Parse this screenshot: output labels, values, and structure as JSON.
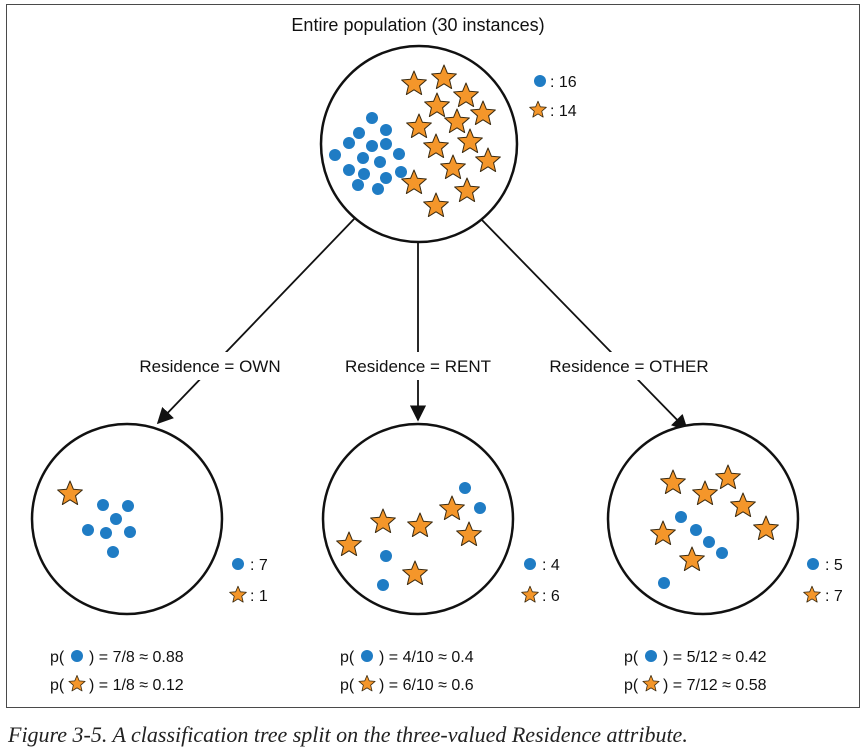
{
  "title": "Entire population (30 instances)",
  "colors": {
    "dot": "#1f7cc4",
    "star_fill": "#f4962a",
    "star_stroke": "#3a2a10",
    "line": "#111111"
  },
  "root": {
    "counts": [
      {
        "icon": "blue-dot-icon",
        "text": ": 16"
      },
      {
        "icon": "orange-star-icon",
        "text": ": 14"
      }
    ]
  },
  "branches": [
    {
      "label": "Residence = OWN",
      "counts": [
        {
          "icon": "blue-dot-icon",
          "text": ": 7"
        },
        {
          "icon": "orange-star-icon",
          "text": ": 1"
        }
      ],
      "probabilities": [
        {
          "prefix": "p(",
          "icon": "blue-dot-icon",
          "text": ") = 7/8 ≈ 0.88"
        },
        {
          "prefix": "p(",
          "icon": "orange-star-icon",
          "text": ") = 1/8 ≈ 0.12"
        }
      ]
    },
    {
      "label": "Residence = RENT",
      "counts": [
        {
          "icon": "blue-dot-icon",
          "text": ": 4"
        },
        {
          "icon": "orange-star-icon",
          "text": ": 6"
        }
      ],
      "probabilities": [
        {
          "prefix": "p(",
          "icon": "blue-dot-icon",
          "text": ") = 4/10 ≈ 0.4"
        },
        {
          "prefix": "p(",
          "icon": "orange-star-icon",
          "text": ") = 6/10 ≈ 0.6"
        }
      ]
    },
    {
      "label": "Residence = OTHER",
      "counts": [
        {
          "icon": "blue-dot-icon",
          "text": ": 5"
        },
        {
          "icon": "orange-star-icon",
          "text": ": 7"
        }
      ],
      "probabilities": [
        {
          "prefix": "p(",
          "icon": "blue-dot-icon",
          "text": ") = 5/12 ≈ 0.42"
        },
        {
          "prefix": "p(",
          "icon": "orange-star-icon",
          "text": ") = 7/12 ≈ 0.58"
        }
      ]
    }
  ],
  "caption": "Figure 3-5. A classification tree split on the three-valued Residence attribute."
}
